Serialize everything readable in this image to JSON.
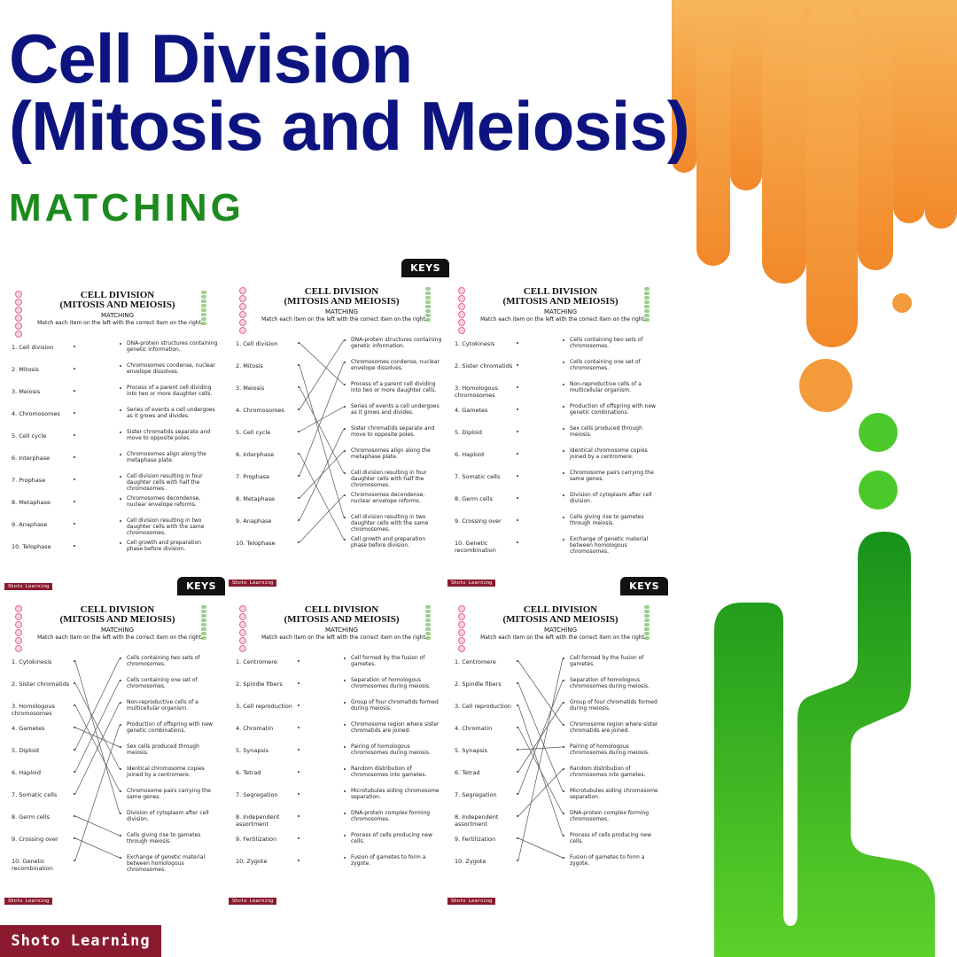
{
  "title_line1": "Cell Division",
  "title_line2": "(Mitosis and Meiosis)",
  "subtitle": "MATCHING",
  "brand": "Shoto Learning",
  "colors": {
    "title": "#0d1480",
    "subtitle": "#1e8a1e",
    "orange": "#f59b3a",
    "green": "#2fae2a",
    "brand_bg": "#8b1a2e"
  },
  "sheet_common": {
    "title_line1": "CELL DIVISION",
    "title_line2": "(MITOSIS AND MEIOSIS)",
    "subtitle": "MATCHING",
    "instruction": "Match each item on the left with the correct item on the right.",
    "keys_label": "KEYS",
    "brand": "Shoto Learning"
  },
  "sets": [
    {
      "left": [
        "1.  Cell division",
        "2.  Mitosis",
        "3.  Meiosis",
        "4.  Chromosomes",
        "5.  Cell cycle",
        "6.  Interphase",
        "7.  Prophase",
        "8.  Metaphase",
        "9.  Anaphase",
        "10. Telophase"
      ],
      "right": [
        "DNA-protein structures containing genetic information.",
        "Chromosomes condense, nuclear envelope dissolves.",
        "Process of a parent cell dividing into two or more daughter cells.",
        "Series of events a cell undergoes as it grows and divides.",
        "Sister chromatids separate and move to opposite poles.",
        "Chromosomes align along the metaphase plate.",
        "Cell division resulting in four daughter cells with half the chromosomes.",
        "Chromosomes decondense, nuclear envelope reforms.",
        "Cell division resulting in two daughter cells with the same chromosomes.",
        "Cell growth and preparation phase before division."
      ],
      "key": [
        2,
        8,
        6,
        0,
        3,
        9,
        1,
        5,
        4,
        7
      ]
    },
    {
      "left": [
        "1.  Cytokinesis",
        "2.  Sister chromatids",
        "3.  Homologous chromosomes",
        "4.  Gametes",
        "5.  Diploid",
        "6.  Haploid",
        "7.  Somatic cells",
        "8.  Germ cells",
        "9.  Crossing over",
        "10. Genetic recombination"
      ],
      "right": [
        "Cells containing two sets of chromosomes.",
        "Cells containing one set of chromosomes.",
        "Non-reproductive cells of a multicellular organism.",
        "Production of offspring with new genetic combinations.",
        "Sex cells produced through meiosis.",
        "Identical chromosome copies joined by a centromere.",
        "Chromosome pairs carrying the same genes.",
        "Division of cytoplasm after cell division.",
        "Cells giving rise to gametes through meiosis.",
        "Exchange of genetic material between homologous chromosomes."
      ],
      "key": [
        7,
        5,
        6,
        4,
        0,
        1,
        2,
        8,
        9,
        3
      ]
    },
    {
      "left": [
        "1.  Centromere",
        "2.  Spindle fibers",
        "3.  Cell reproduction",
        "4.  Chromatin",
        "5.  Synapsis",
        "6.  Tetrad",
        "7.  Segregation",
        "8.  Independent assortment",
        "9.  Fertilization",
        "10. Zygote"
      ],
      "right": [
        "Cell formed by the fusion of gametes.",
        "Separation of homologous chromosomes during meiosis.",
        "Group of four chromatids formed during meiosis.",
        "Chromosome region where sister chromatids are joined.",
        "Pairing of homologous chromosomes during meiosis.",
        "Random distribution of chromosomes into gametes.",
        "Microtubules aiding chromosome separation.",
        "DNA-protein complex forming chromosomes.",
        "Process of cells producing new cells.",
        "Fusion of gametes to form a zygote."
      ],
      "key": [
        3,
        6,
        8,
        7,
        4,
        2,
        1,
        5,
        9,
        0
      ]
    }
  ],
  "sheets": [
    {
      "set": 0,
      "keys": false
    },
    {
      "set": 0,
      "keys": true
    },
    {
      "set": 1,
      "keys": false
    },
    {
      "set": 1,
      "keys": true
    },
    {
      "set": 2,
      "keys": false
    },
    {
      "set": 2,
      "keys": true
    }
  ]
}
